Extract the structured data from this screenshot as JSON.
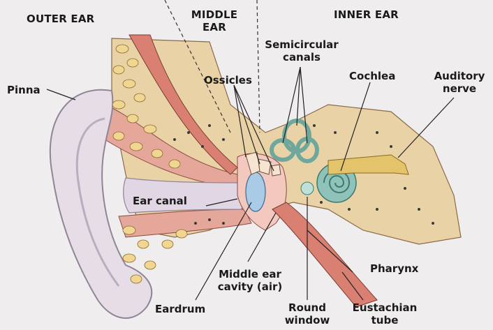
{
  "sections": {
    "outer": "OUTER EAR",
    "middle_line1": "MIDDLE",
    "middle_line2": "EAR",
    "inner": "INNER EAR"
  },
  "labels": {
    "pinna": "Pinna",
    "semicircular_line1": "Semicircular",
    "semicircular_line2": "canals",
    "ossicles": "Ossicles",
    "cochlea": "Cochlea",
    "auditory_line1": "Auditory",
    "auditory_line2": "nerve",
    "ear_canal": "Ear canal",
    "pharynx": "Pharynx",
    "middle_cavity_line1": "Middle ear",
    "middle_cavity_line2": "cavity (air)",
    "eardrum": "Eardrum",
    "round_line1": "Round",
    "round_line2": "window",
    "eustachian_line1": "Eustachian",
    "eustachian_line2": "tube"
  },
  "colors": {
    "background": "#efedee",
    "pinna_skin": "#e6dde7",
    "bone_tan": "#e9d3a6",
    "cartilage_yellow": "#f0d690",
    "tissue_pink": "#e6a79b",
    "muscle_red": "#d98073",
    "eardrum_blue": "#a9cbe6",
    "cochlea_teal": "#8fc2b8",
    "nerve_yellow": "#e4c46a"
  }
}
